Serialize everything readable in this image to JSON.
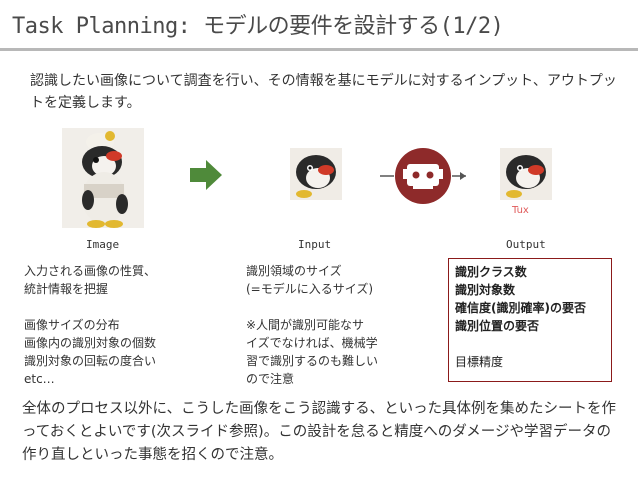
{
  "title": "Task Planning: モデルの要件を設計する(1/2)",
  "intro": "認識したい画像について調査を行い、その情報を基にモデルに対するインプット、アウトプットを定義します。",
  "labels": {
    "image": "Image",
    "input": "Input",
    "output": "Output",
    "tux": "Tux"
  },
  "image_col": {
    "lines_a": [
      "入力される画像の性質、",
      "統計情報を把握"
    ],
    "lines_b": [
      "画像サイズの分布",
      "画像内の識別対象の個数",
      "識別対象の回転の度合い",
      "etc…"
    ]
  },
  "input_col": {
    "lines_a": [
      "識別領域のサイズ",
      "(=モデルに入るサイズ)"
    ],
    "lines_b": [
      "※人間が識別可能なサ",
      "イズでなければ、機械学",
      "習で識別するのも難しい",
      "ので注意"
    ]
  },
  "output_col": {
    "bold_lines": [
      "識別クラス数",
      "識別対象数",
      "確信度(識別確率)の要否",
      "識別位置の要否"
    ],
    "normal_line": "目標精度"
  },
  "footer": "全体のプロセス以外に、こうした画像をこう認識する、といった具体例を集めたシートを作っておくとよいです(次スライド参照)。この設計を怠ると精度へのダメージや学習データの作り直しといった事態を招くので注意。",
  "colors": {
    "arrow": "#4f8a3a",
    "robot_circle": "#8e2a2a",
    "output_border": "#8b1a1a",
    "tux_label": "#e05a5a",
    "rule": "#b8b8b8"
  },
  "icons": [
    "forward-arrow-icon",
    "robot-icon",
    "tux-penguin-image"
  ]
}
